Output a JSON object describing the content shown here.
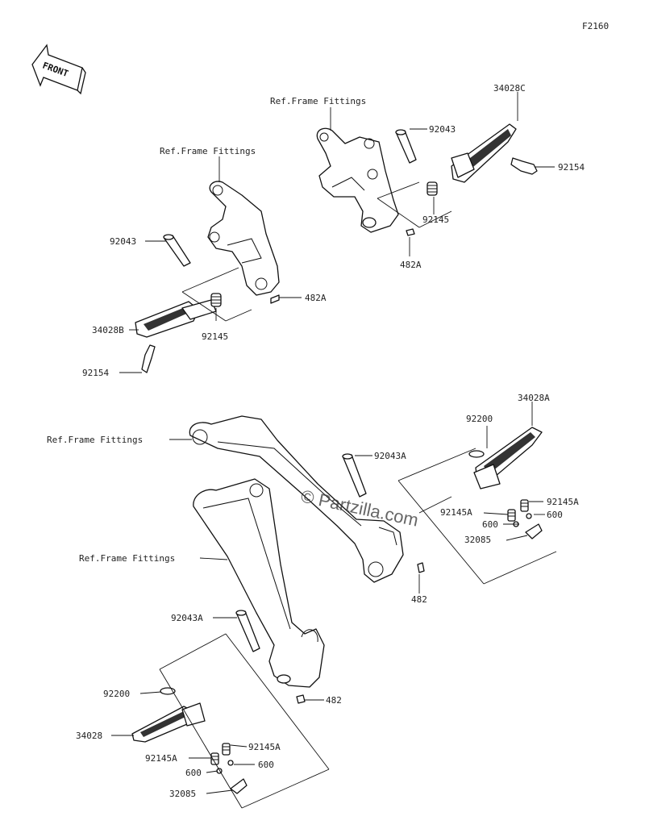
{
  "diagram_code": "F2160",
  "front_arrow_label": "FRONT",
  "watermark": "© Partzilla.com",
  "labels": {
    "ref_frame_top_left": "Ref.Frame Fittings",
    "ref_frame_top_right": "Ref.Frame Fittings",
    "ref_frame_mid": "Ref.Frame Fittings",
    "ref_frame_lower": "Ref.Frame Fittings",
    "p_92043_left": "92043",
    "p_482a_left": "482A",
    "p_34028b": "34028B",
    "p_92145_left": "92145",
    "p_92154_left": "92154",
    "p_34028c": "34028C",
    "p_92043_right": "92043",
    "p_92154_right": "92154",
    "p_92145_right": "92145",
    "p_482a_right": "482A",
    "p_34028a": "34028A",
    "p_92200_right": "92200",
    "p_92043a_upper": "92043A",
    "p_92145a_right1": "92145A",
    "p_92145a_right2": "92145A",
    "p_600_right1": "600",
    "p_600_right2": "600",
    "p_32085_right": "32085",
    "p_482_mid": "482",
    "p_92043a_lower": "92043A",
    "p_92200_left": "92200",
    "p_34028": "34028",
    "p_92145a_left1": "92145A",
    "p_92145a_left2": "92145A",
    "p_600_left1": "600",
    "p_600_left2": "600",
    "p_32085_left": "32085",
    "p_482_lower": "482"
  }
}
